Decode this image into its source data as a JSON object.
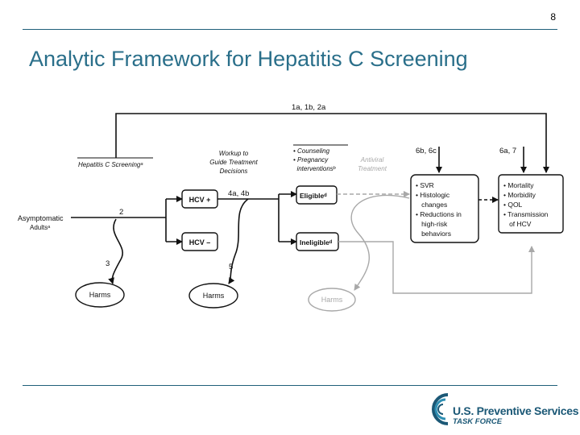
{
  "page_number": "8",
  "title": "Analytic Framework for Hepatitis C Screening",
  "diagram": {
    "screening": "Hepatitis C Screeningᵃ",
    "population": [
      "Asymptomatic",
      "Adultsᵃ"
    ],
    "workup": [
      "Workup to",
      "Guide Treatment",
      "Decisions"
    ],
    "counseling": [
      "• Counseling",
      "• Pregnancy",
      "  interventionsᵇ"
    ],
    "antiviral": [
      "Antiviral",
      "Treatment"
    ],
    "hcv_pos": "HCV +",
    "hcv_neg": "HCV –",
    "eligible": "Eligibleᵈ",
    "ineligible": "Ineligibleᵈ",
    "intermediate": [
      "• SVR",
      "• Histologic",
      "   changes",
      "• Reductions in",
      "   high-risk",
      "   behaviors"
    ],
    "health": [
      "• Mortality",
      "• Morbidity",
      "• QOL",
      "• Transmission",
      "   of HCV"
    ],
    "harms_1": "Harms",
    "harms_2": "Harms",
    "harms_3": "Harms",
    "kq_top": "1a, 1b, 2a",
    "kq_2": "2",
    "kq_3": "3",
    "kq_4": "4a, 4b",
    "kq_5": "5",
    "kq_6": "6b, 6c",
    "kq_7": "6a, 7"
  },
  "logo": {
    "name": "U.S. Preventive Services",
    "sub": "TASK FORCE"
  },
  "colors": {
    "title": "#2a6f8a",
    "rule": "#1f5f7a",
    "gray": "#a8a8a8"
  }
}
